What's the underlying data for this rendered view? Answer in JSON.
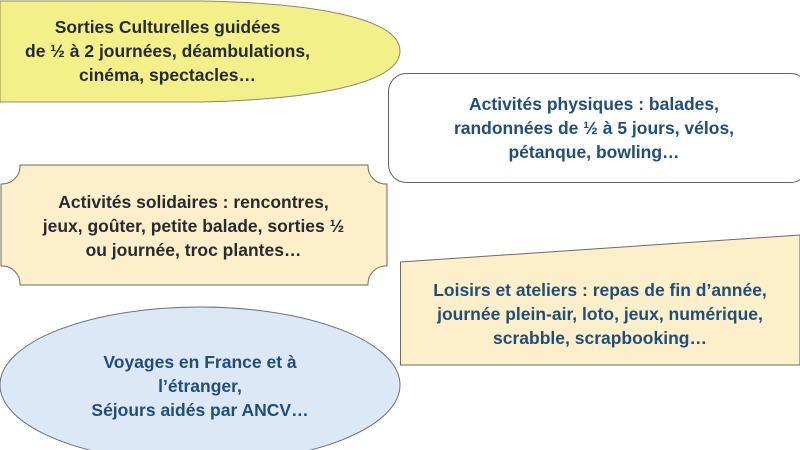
{
  "colors": {
    "yellow": "#f3f08a",
    "cream": "#fdefc9",
    "light_blue": "#dce8f6",
    "white": "#ffffff",
    "dark_text": "#262a33",
    "blue_text": "#1f4e79"
  },
  "boxes": {
    "culture": {
      "lines": [
        "Sorties Culturelles guidées",
        "de ½ à 2 journées, déambulations,",
        "cinéma, spectacles…"
      ]
    },
    "physical": {
      "lines": [
        "Activités physiques : balades,",
        "randonnées de ½ à 5 jours, vélos,",
        "pétanque, bowling…"
      ]
    },
    "solidarity": {
      "lines": [
        "Activités solidaires : rencontres,",
        "jeux, goûter, petite balade, sorties ½",
        "ou journée, troc plantes…"
      ]
    },
    "leisure": {
      "lines": [
        "Loisirs et ateliers : repas de fin d’année,",
        "journée plein-air, loto, jeux, numérique,",
        "scrabble, scrapbooking…"
      ]
    },
    "travel": {
      "lines": [
        "Voyages en France et à",
        "l’étranger,",
        "Séjours aidés par ANCV…"
      ]
    }
  }
}
